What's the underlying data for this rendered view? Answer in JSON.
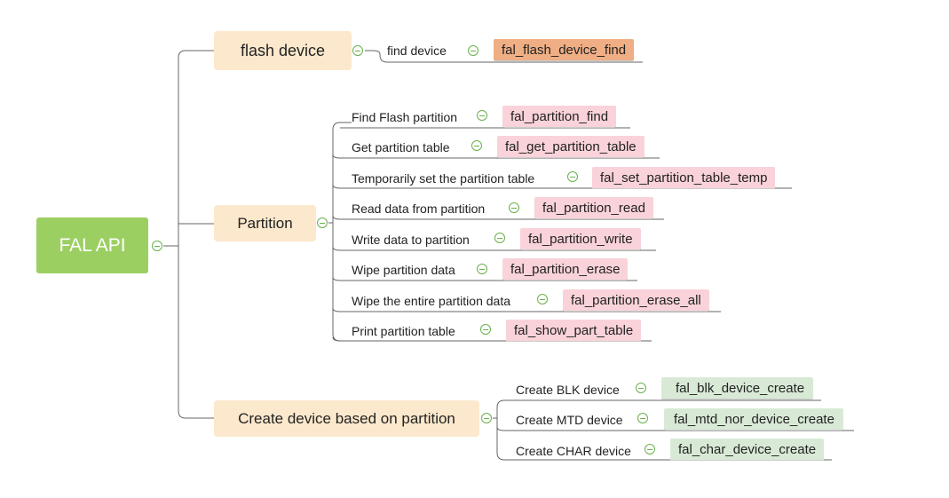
{
  "root": {
    "label": "FAL API"
  },
  "categories": [
    {
      "label": "flash device",
      "items": [
        {
          "label": "find device",
          "fn": "fal_flash_device_find"
        }
      ]
    },
    {
      "label": "Partition",
      "items": [
        {
          "label": "Find Flash partition",
          "fn": "fal_partition_find"
        },
        {
          "label": "Get partition table",
          "fn": "fal_get_partition_table"
        },
        {
          "label": "Temporarily set the partition table",
          "fn": "fal_set_partition_table_temp"
        },
        {
          "label": "Read data from partition",
          "fn": "fal_partition_read"
        },
        {
          "label": "Write data to partition",
          "fn": "fal_partition_write"
        },
        {
          "label": "Wipe partition data",
          "fn": "fal_partition_erase"
        },
        {
          "label": "Wipe the entire partition data",
          "fn": "fal_partition_erase_all"
        },
        {
          "label": "Print partition table",
          "fn": "fal_show_part_table"
        }
      ]
    },
    {
      "label": "Create device based on partition",
      "items": [
        {
          "label": "Create BLK device",
          "fn": "fal_blk_device_create"
        },
        {
          "label": "Create MTD device",
          "fn": "fal_mtd_nor_device_create"
        },
        {
          "label": "Create CHAR device",
          "fn": "fal_char_device_create"
        }
      ]
    }
  ],
  "colors": {
    "root_fill": "#9ccf62",
    "category_fill": "#fce8cc",
    "flash_fn_fill": "#f0ae84",
    "partition_fn_fill": "#f9d3d9",
    "create_fn_fill": "#d8ead6",
    "toggle": "#6ab04c",
    "connector": "#666666"
  },
  "icons": {
    "collapse_toggle": "circle-minus-icon"
  }
}
